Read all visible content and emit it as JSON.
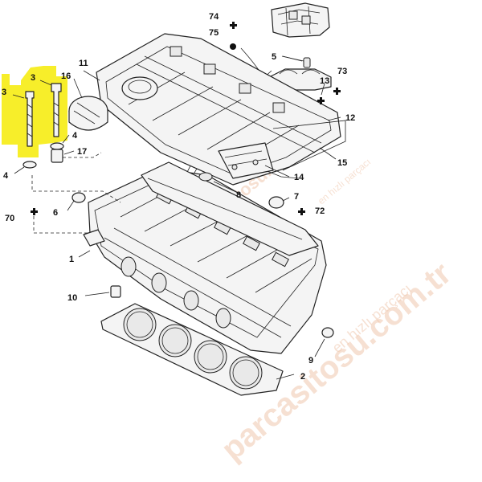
{
  "labels": {
    "p1": "1",
    "p2": "2",
    "p3": "3",
    "p4": "4",
    "p5": "5",
    "p6": "6",
    "p7": "7",
    "p8": "8",
    "p9": "9",
    "p10": "10",
    "p11": "11",
    "p12": "12",
    "p13": "13",
    "p14": "14",
    "p15": "15",
    "p16": "16",
    "p17": "17",
    "p70": "70",
    "p72": "72",
    "p73": "73",
    "p74": "74",
    "p75": "75"
  },
  "watermark": {
    "brand": "parcasitosu.com.tr",
    "tagline": "en hızlı parçacı"
  },
  "colors": {
    "highlight": "#f7ee2a",
    "watermark": "#f0c8ae",
    "line": "#222222"
  }
}
